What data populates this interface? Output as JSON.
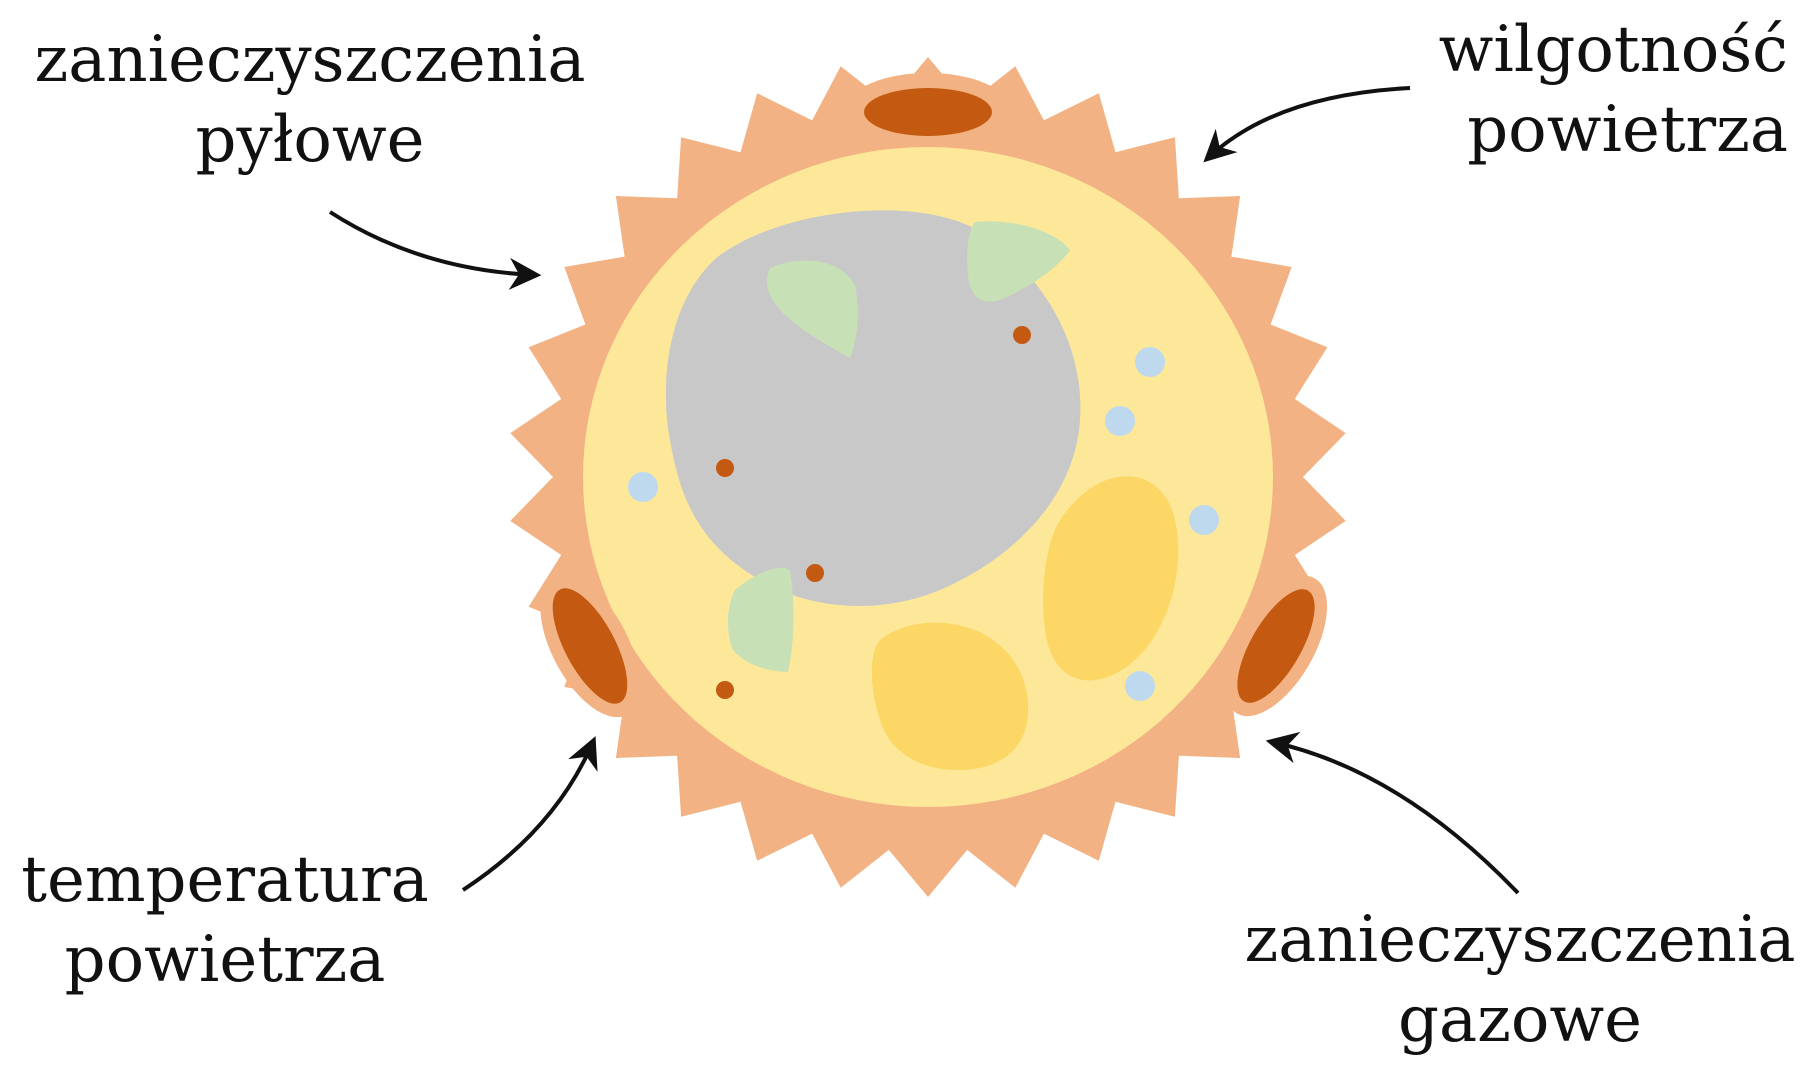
{
  "labels": {
    "dust": {
      "line1": "zanieczyszczenia",
      "line2": "pyłowe"
    },
    "humidity": {
      "line1": "wilgotność",
      "line2": "powietrza"
    },
    "temperature": {
      "line1": "temperatura",
      "line2": "powietrza"
    },
    "gas": {
      "line1": "zanieczyszczenia",
      "line2": "gazowe"
    }
  },
  "colors": {
    "spiky_coat": "#f2b283",
    "cell_body": "#fde89a",
    "pore": "#c45a12",
    "nucleus": "#c8c8c8",
    "green_plastid": "#c7e0b5",
    "yellow_bodies": "#fcd766",
    "blue_vesicles": "#bed8ee",
    "arrow": "#111111"
  }
}
